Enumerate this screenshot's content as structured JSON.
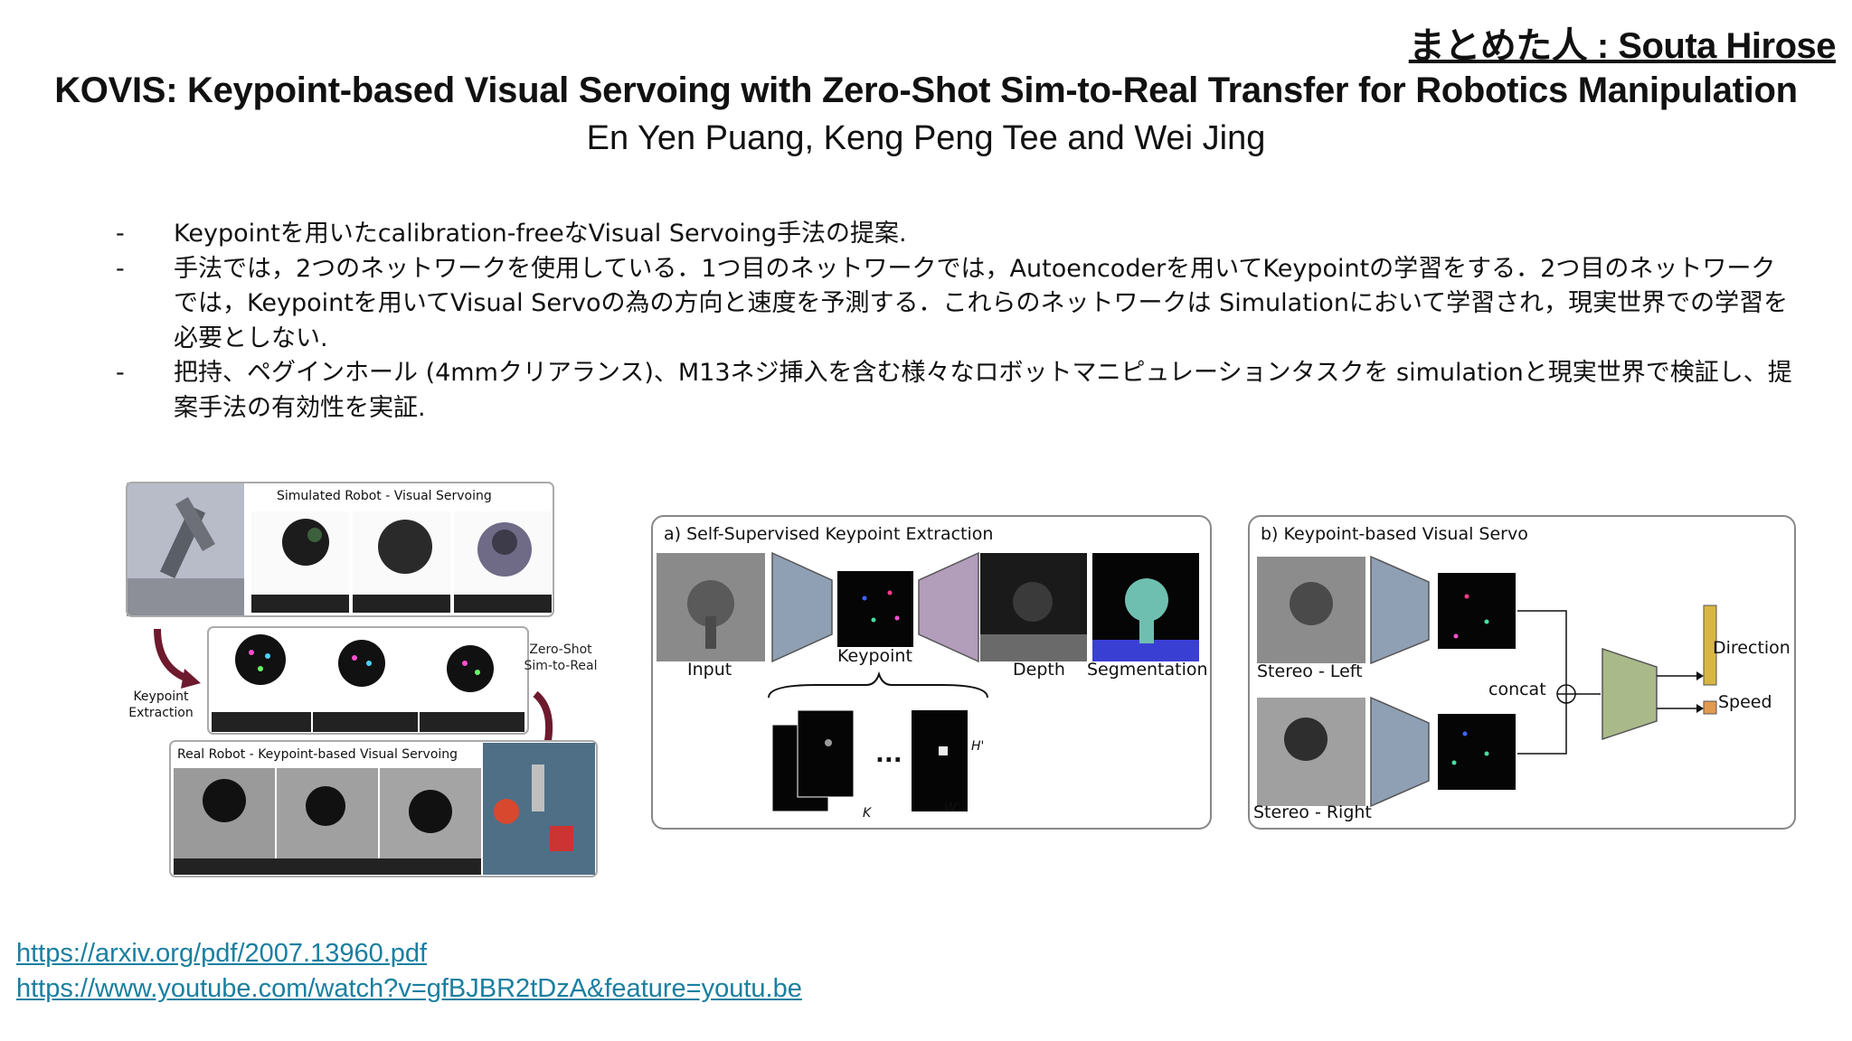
{
  "author_tag": "まとめた人 : Souta Hirose",
  "title": "KOVIS: Keypoint-based Visual Servoing with Zero-Shot Sim-to-Real Transfer for Robotics Manipulation",
  "authors": "En Yen Puang, Keng Peng Tee and Wei Jing",
  "bullets": [
    "Keypointを用いたcalibration-freeなVisual Servoing手法の提案.",
    "手法では，2つのネットワークを使用している．1つ目のネットワークでは，Autoencoderを用いてKeypointの学習をする．2つ目のネットワークでは，Keypointを用いてVisual Servoの為の方向と速度を予測する．これらのネットワークは Simulationにおいて学習され，現実世界での学習を必要としない.",
    "把持、ペグインホール (4mmクリアランス)、M13ネジ挿入を含む様々なロボットマニピュレーションタスクを simulationと現実世界で検証し、提案手法の有効性を実証."
  ],
  "figure_left": {
    "sim_title": "Simulated Robot - Visual Servoing",
    "keypoint_extraction": "Keypoint\nExtraction",
    "zero_shot": "Zero-Shot\nSim-to-Real",
    "real_title": "Real Robot - Keypoint-based Visual Servoing"
  },
  "figure_a": {
    "title": "a) Self-Supervised Keypoint Extraction",
    "input": "Input",
    "keypoint": "Keypoint",
    "depth": "Depth",
    "segmentation": "Segmentation",
    "k": "K",
    "h": "H'",
    "w": "W'",
    "dots": "..."
  },
  "figure_b": {
    "title": "b) Keypoint-based Visual Servo",
    "stereo_left": "Stereo - Left",
    "stereo_right": "Stereo - Right",
    "concat": "concat",
    "direction": "Direction",
    "speed": "Speed"
  },
  "links": [
    "https://arxiv.org/pdf/2007.13960.pdf",
    "https://www.youtube.com/watch?v=gfBJBR2tDzA&feature=youtu.be"
  ],
  "colors": {
    "link": "#1a7fa0",
    "encoder": "#8f9fb4",
    "decoder": "#b29dba",
    "servo_net": "#a9b98a",
    "direction_bar": "#d8b643",
    "speed_box": "#e29a4f",
    "segmentation_fg": "#6fbfb0",
    "segmentation_bg": "#3a3fd4"
  }
}
